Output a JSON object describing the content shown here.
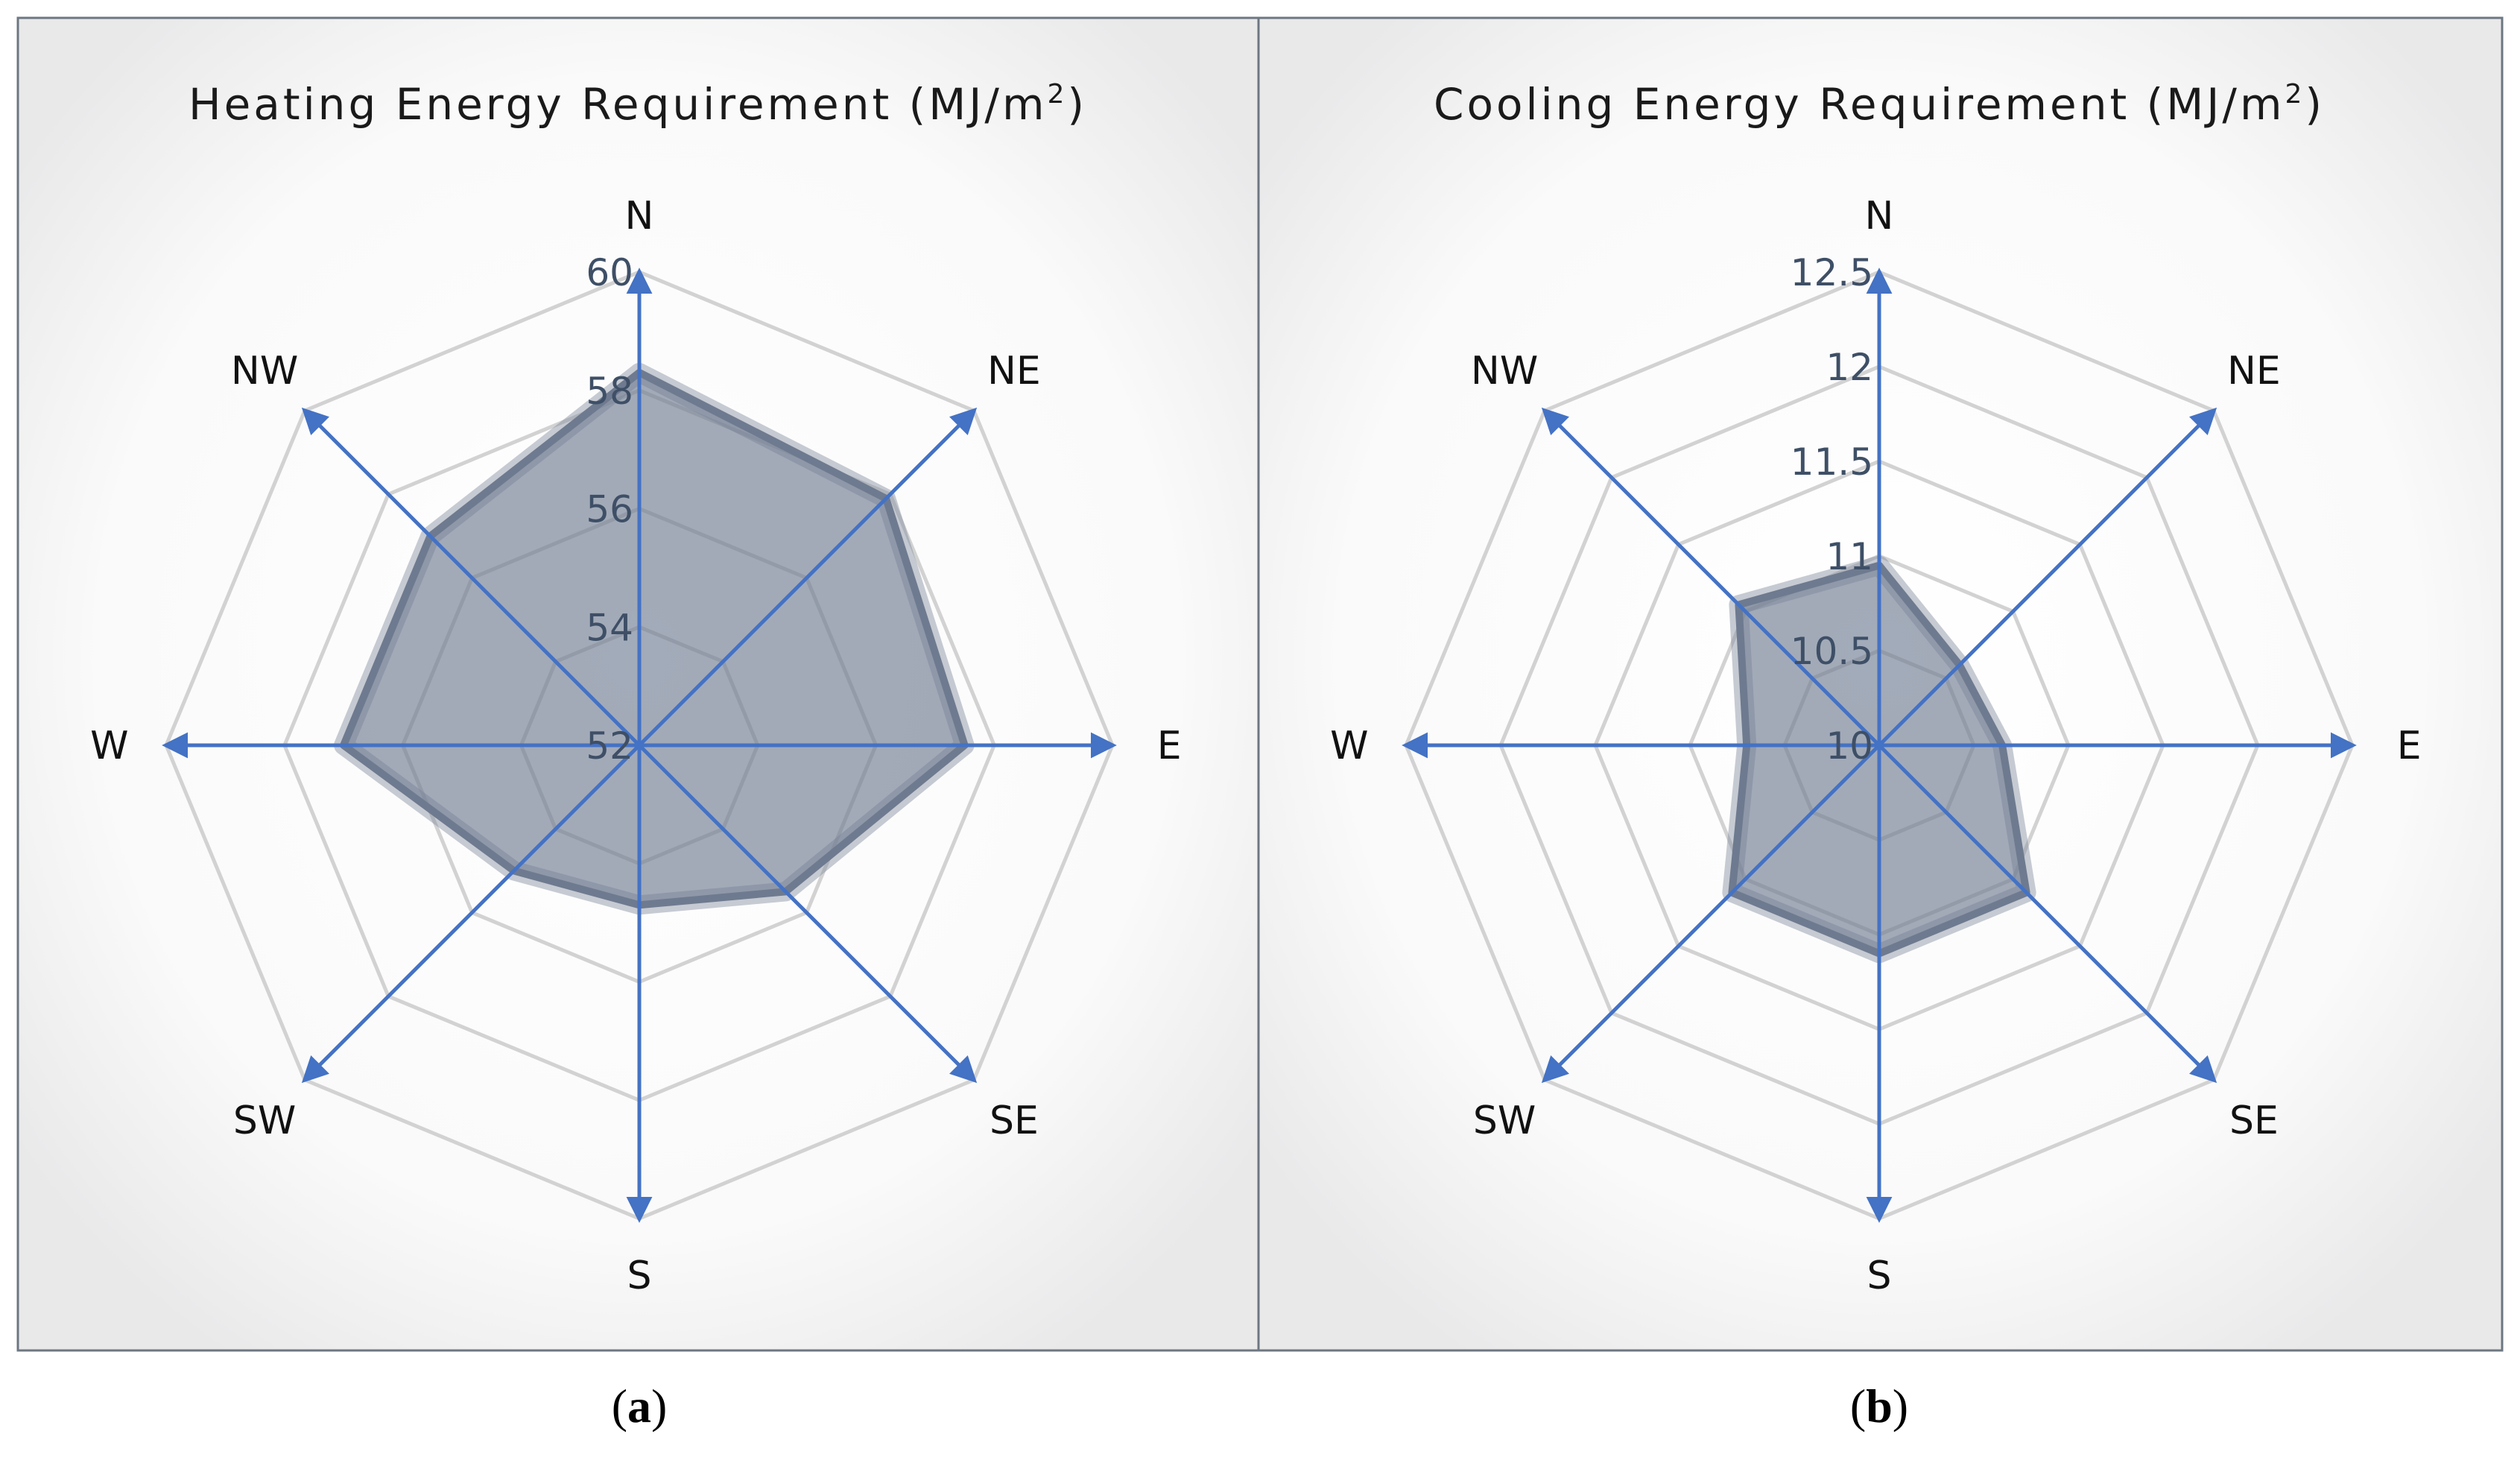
{
  "panel_labels": [
    "a",
    "b"
  ],
  "chart_data": [
    {
      "type": "radar",
      "title": "Heating Energy Requirement (MJ/m",
      "title_superscript": "2",
      "title_suffix": ")",
      "categories": [
        "N",
        "NE",
        "E",
        "SE",
        "S",
        "SW",
        "W",
        "NW"
      ],
      "rlim": [
        52,
        60
      ],
      "rticks": [
        "52",
        "54",
        "56",
        "58",
        "60"
      ],
      "values": [
        58.3,
        57.9,
        57.5,
        55.5,
        54.7,
        55.0,
        57.0,
        57.0
      ],
      "grid": true,
      "legend": "none",
      "colors": {
        "axis": "#4472c4",
        "area": "#6e7a8f",
        "grid": "#d2d2d2",
        "tick_text": "#3e4f66"
      }
    },
    {
      "type": "radar",
      "title": "Cooling Energy Requirement (MJ/m",
      "title_superscript": "2",
      "title_suffix": ")",
      "categories": [
        "N",
        "NE",
        "E",
        "SE",
        "S",
        "SW",
        "W",
        "NW"
      ],
      "rlim": [
        10,
        12.5
      ],
      "rticks": [
        "10",
        "10.5",
        "11",
        "11.5",
        "12",
        "12.5"
      ],
      "values": [
        10.95,
        10.6,
        10.65,
        11.1,
        11.1,
        11.1,
        10.7,
        11.05
      ],
      "grid": true,
      "legend": "none",
      "colors": {
        "axis": "#4472c4",
        "area": "#6e7a8f",
        "grid": "#d2d2d2",
        "tick_text": "#3e4f66"
      }
    }
  ]
}
